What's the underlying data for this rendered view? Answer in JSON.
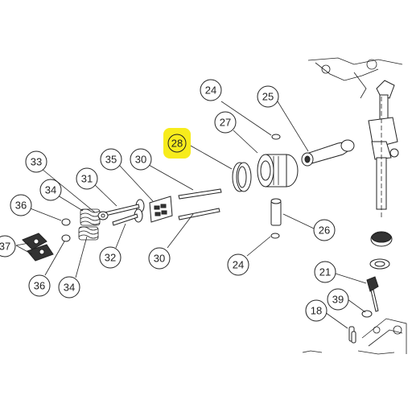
{
  "highlight_color": "#f7ec1c",
  "callouts": {
    "c24_top": "24",
    "c25": "25",
    "c27": "27",
    "c28": "28",
    "c35": "35",
    "c30_top": "30",
    "c33": "33",
    "c31": "31",
    "c34_top": "34",
    "c36_top": "36",
    "c26": "26",
    "c37": "37",
    "c32": "32",
    "c30_bottom": "30",
    "c24_bottom": "24",
    "c36_bottom": "36",
    "c34_bottom": "34",
    "c21": "21",
    "c39": "39",
    "c18": "18"
  }
}
